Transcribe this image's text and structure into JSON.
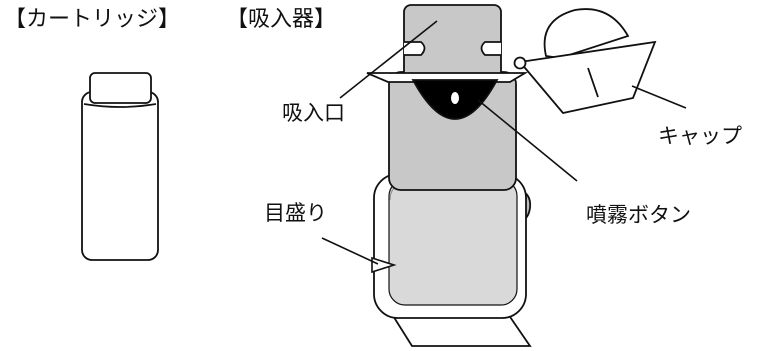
{
  "headers": {
    "cartridge": "【カートリッジ】",
    "inhaler": "【吸入器】"
  },
  "labels": {
    "mouthpiece": "吸入口",
    "cap": "キャップ",
    "spray_button": "噴霧ボタン",
    "scale": "目盛り"
  },
  "colors": {
    "stroke": "#111111",
    "gray_light": "#d9d9d9",
    "gray_mid": "#c8c8c8",
    "gray_dark": "#bdbdbd",
    "black": "#000000"
  }
}
